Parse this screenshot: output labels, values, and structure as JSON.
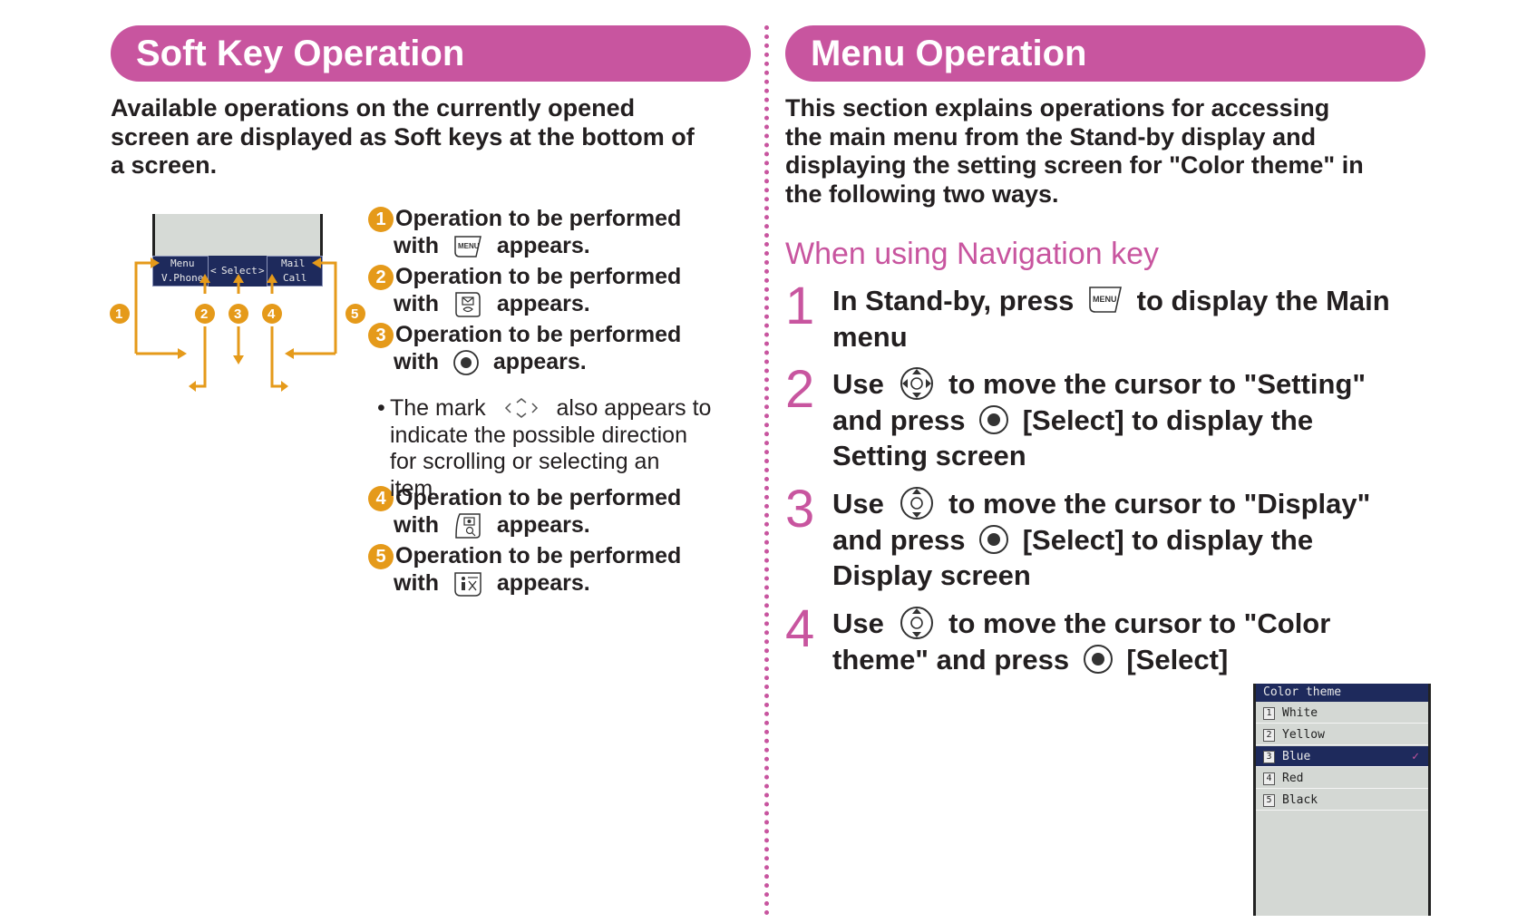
{
  "left": {
    "title": "Soft Key Operation",
    "intro": [
      "Available operations on the currently opened",
      "screen are displayed as Soft keys at the bottom of",
      "a screen."
    ],
    "diagram": {
      "softkeys": {
        "menu": "Menu",
        "vphone": "V.Phone",
        "select": "Select",
        "mail": "Mail",
        "call": "Call"
      },
      "markers": [
        "1",
        "2",
        "3",
        "4",
        "5"
      ]
    },
    "ops": [
      {
        "num": "1",
        "line1": "Operation to be performed",
        "with": "with",
        "after": "appears.",
        "key_icon": "menu-key-icon"
      },
      {
        "num": "2",
        "line1": "Operation to be performed",
        "with": "with",
        "after": "appears.",
        "key_icon": "mail-key-icon"
      },
      {
        "num": "3",
        "line1": "Operation to be performed",
        "with": "with",
        "after": "appears.",
        "key_icon": "center-key-icon"
      },
      {
        "num": "4",
        "line1": "Operation to be performed",
        "with": "with",
        "after": "appears.",
        "key_icon": "camera-key-icon"
      },
      {
        "num": "5",
        "line1": "Operation to be performed",
        "with": "with",
        "after": "appears.",
        "key_icon": "imode-key-icon"
      }
    ],
    "note": {
      "bullet": "•",
      "line1_a": "The mark",
      "line1_b": "also appears to",
      "line2": "indicate the possible direction",
      "line3": "for scrolling or selecting an",
      "line4": "item."
    }
  },
  "right": {
    "title": "Menu Operation",
    "intro": [
      "This section explains operations for accessing",
      "the main menu from the Stand-by display and",
      "displaying the setting screen for \"Color theme\" in",
      "the following two ways."
    ],
    "subhead": "When using Navigation key",
    "steps": [
      {
        "num": "1",
        "a": "In Stand-by, press",
        "b": "to display the Main",
        "c": "menu"
      },
      {
        "num": "2",
        "a": "Use",
        "b": "to move the cursor to \"Setting\"",
        "c": "and press",
        "d": "[Select] to display the",
        "e": "Setting screen"
      },
      {
        "num": "3",
        "a": "Use",
        "b": "to move the cursor to \"Display\"",
        "c": "and press",
        "d": "[Select] to display the",
        "e": "Display screen"
      },
      {
        "num": "4",
        "a": "Use",
        "b": "to move the cursor to \"Color",
        "c": "theme\" and press",
        "d": "[Select]"
      }
    ],
    "color_theme_screen": {
      "title": "Color theme",
      "items": [
        {
          "n": "1",
          "label": "White"
        },
        {
          "n": "2",
          "label": "Yellow"
        },
        {
          "n": "3",
          "label": "Blue",
          "selected": true
        },
        {
          "n": "4",
          "label": "Red"
        },
        {
          "n": "5",
          "label": "Black"
        }
      ],
      "check": "✓"
    }
  },
  "colors": {
    "accent": "#c8559f",
    "marker": "#e59a1a",
    "screen_bar": "#1e2a5c"
  }
}
